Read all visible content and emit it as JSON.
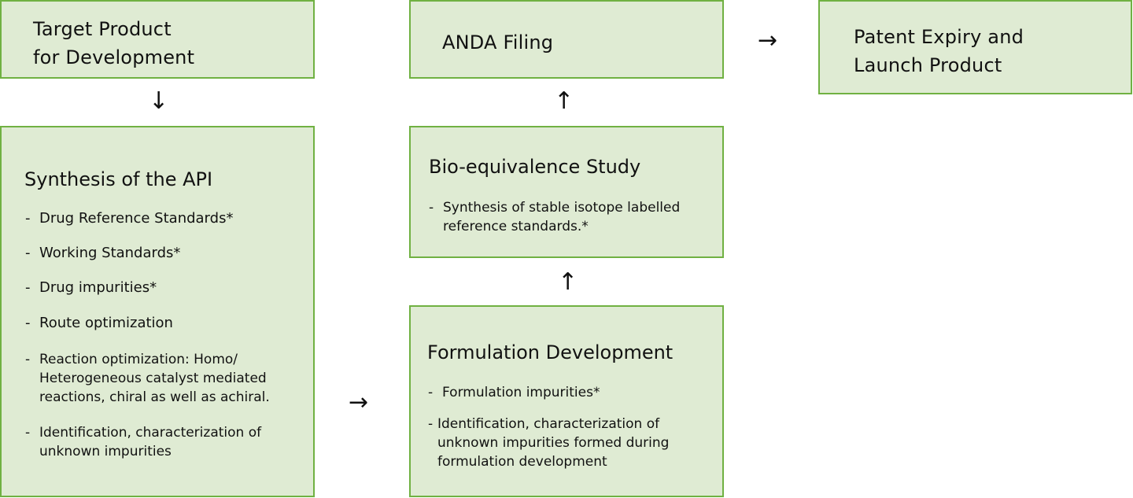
{
  "diagram": {
    "boxes": {
      "target": {
        "title_line1": "Target Product",
        "title_line2": "for Development"
      },
      "synthesis": {
        "heading": "Synthesis of the API",
        "items": [
          "Drug Reference Standards*",
          "Working Standards*",
          "Drug impurities*",
          "Route optimization",
          "Reaction optimization: Homo/ Heterogeneous catalyst mediated reactions, chiral as well as achiral.",
          "Identification, characterization of unknown impurities"
        ]
      },
      "anda": {
        "title": "ANDA Filing"
      },
      "bioequivalence": {
        "heading": "Bio-equivalence Study",
        "items": [
          "Synthesis of stable isotope labelled reference standards.*"
        ]
      },
      "formulation": {
        "heading": "Formulation Development",
        "items": [
          "Formulation impurities*",
          "Identification, characterization of unknown impurities formed during formulation development"
        ]
      },
      "patent": {
        "title_line1": "Patent Expiry and",
        "title_line2": "Launch Product"
      }
    },
    "dash": "-",
    "arrows": {
      "down": "↓",
      "up": "↑",
      "right": "→"
    }
  }
}
